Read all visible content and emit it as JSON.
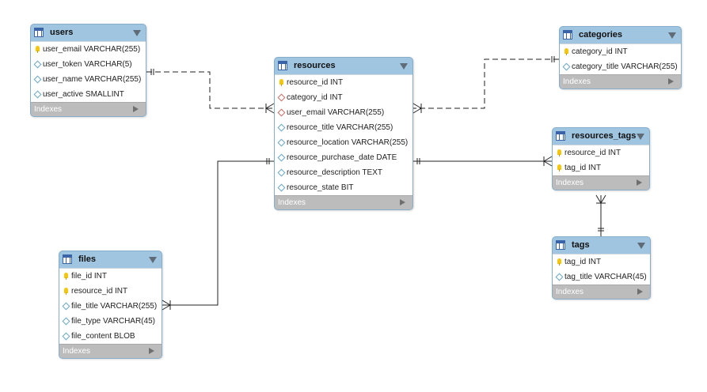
{
  "footer_label": "Indexes",
  "tables": {
    "users": {
      "name": "users",
      "columns": [
        {
          "label": "user_email VARCHAR(255)",
          "key": "pk"
        },
        {
          "label": "user_token VARCHAR(5)",
          "key": "attr"
        },
        {
          "label": "user_name VARCHAR(255)",
          "key": "attr"
        },
        {
          "label": "user_active SMALLINT",
          "key": "attr"
        }
      ]
    },
    "resources": {
      "name": "resources",
      "columns": [
        {
          "label": "resource_id INT",
          "key": "pk"
        },
        {
          "label": "category_id INT",
          "key": "fk"
        },
        {
          "label": "user_email VARCHAR(255)",
          "key": "fk"
        },
        {
          "label": "resource_title VARCHAR(255)",
          "key": "attr"
        },
        {
          "label": "resource_location VARCHAR(255)",
          "key": "attr"
        },
        {
          "label": "resource_purchase_date DATE",
          "key": "attr"
        },
        {
          "label": "resource_description TEXT",
          "key": "attr"
        },
        {
          "label": "resource_state BIT",
          "key": "attr"
        }
      ]
    },
    "categories": {
      "name": "categories",
      "columns": [
        {
          "label": "category_id INT",
          "key": "pk"
        },
        {
          "label": "category_title VARCHAR(255)",
          "key": "attr"
        }
      ]
    },
    "resources_tags": {
      "name": "resources_tags",
      "columns": [
        {
          "label": "resource_id INT",
          "key": "pk"
        },
        {
          "label": "tag_id INT",
          "key": "pk"
        }
      ]
    },
    "tags": {
      "name": "tags",
      "columns": [
        {
          "label": "tag_id INT",
          "key": "pk"
        },
        {
          "label": "tag_title VARCHAR(45)",
          "key": "attr"
        }
      ]
    },
    "files": {
      "name": "files",
      "columns": [
        {
          "label": "file_id INT",
          "key": "pk"
        },
        {
          "label": "resource_id INT",
          "key": "pk"
        },
        {
          "label": "file_title VARCHAR(255)",
          "key": "attr"
        },
        {
          "label": "file_type VARCHAR(45)",
          "key": "attr"
        },
        {
          "label": "file_content BLOB",
          "key": "attr"
        }
      ]
    }
  },
  "relationships": [
    {
      "from": "users",
      "to": "resources",
      "from_end": "one",
      "to_end": "many",
      "identifying": false
    },
    {
      "from": "categories",
      "to": "resources",
      "from_end": "one",
      "to_end": "many",
      "identifying": false
    },
    {
      "from": "resources",
      "to": "resources_tags",
      "from_end": "one",
      "to_end": "many",
      "identifying": true
    },
    {
      "from": "tags",
      "to": "resources_tags",
      "from_end": "one",
      "to_end": "many",
      "identifying": true
    },
    {
      "from": "resources",
      "to": "files",
      "from_end": "one",
      "to_end": "many",
      "identifying": true
    }
  ]
}
